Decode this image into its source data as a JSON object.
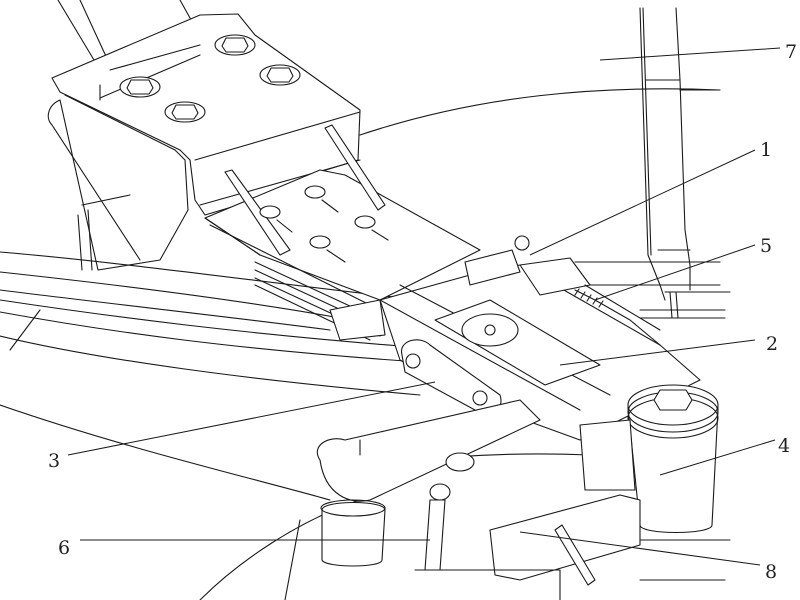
{
  "figure": {
    "type": "mechanical assembly line drawing",
    "colors": {
      "line": "#1a1a1a",
      "background": "#ffffff",
      "label": "#222222"
    }
  },
  "callouts": [
    {
      "id": "1",
      "label": "1"
    },
    {
      "id": "2",
      "label": "2"
    },
    {
      "id": "3",
      "label": "3"
    },
    {
      "id": "4",
      "label": "4"
    },
    {
      "id": "5",
      "label": "5"
    },
    {
      "id": "6",
      "label": "6"
    },
    {
      "id": "7",
      "label": "7"
    },
    {
      "id": "8",
      "label": "8"
    }
  ]
}
